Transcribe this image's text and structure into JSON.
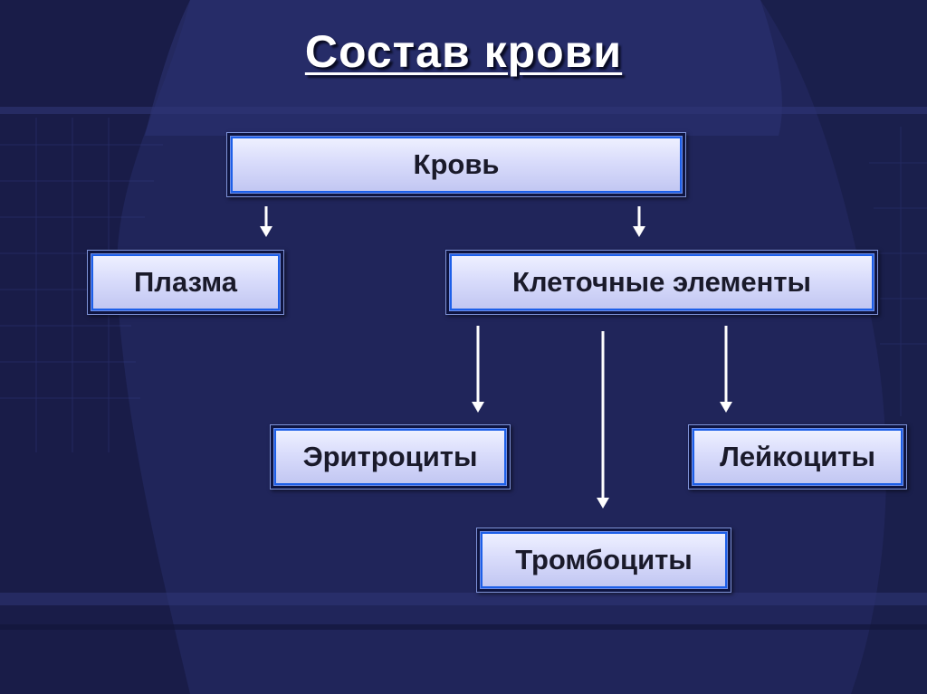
{
  "title": "Состав крови",
  "diagram": {
    "nodes": {
      "blood": "Кровь",
      "plasma": "Плазма",
      "cells": "Клеточные элементы",
      "erythrocytes": "Эритроциты",
      "platelets": "Тромбоциты",
      "leukocytes": "Лейкоциты"
    },
    "edges": [
      {
        "from": "blood",
        "to": "plasma"
      },
      {
        "from": "blood",
        "to": "cells"
      },
      {
        "from": "cells",
        "to": "erythrocytes"
      },
      {
        "from": "cells",
        "to": "platelets"
      },
      {
        "from": "cells",
        "to": "leukocytes"
      }
    ]
  },
  "colors": {
    "background": "#232a62",
    "box_fill": "#d9dcfb",
    "box_border": "#1d5fe8",
    "arrow": "#ffffff"
  }
}
